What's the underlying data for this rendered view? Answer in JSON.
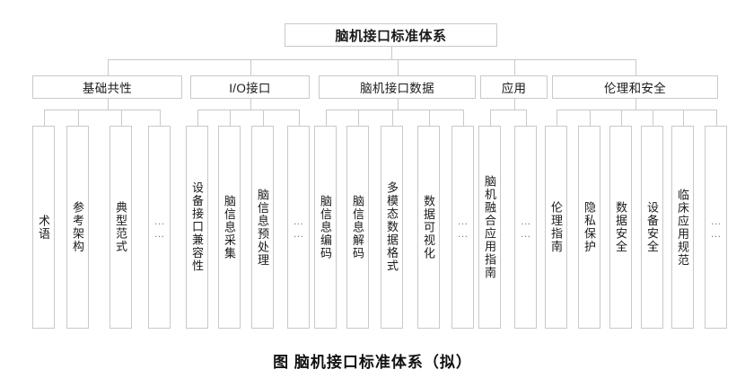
{
  "figure": {
    "caption": "图 脑机接口标准体系（拟）"
  },
  "tree": {
    "root": {
      "label": "脑机接口标准体系"
    },
    "groups": [
      {
        "label": "基础共性",
        "leaves": [
          {
            "label": "术语"
          },
          {
            "label": "参考架构"
          },
          {
            "label": "典型范式"
          },
          {
            "label": "……",
            "is_ellipsis": true
          }
        ]
      },
      {
        "label": "I/O接口",
        "leaves": [
          {
            "label": "设备接口兼容性"
          },
          {
            "label": "脑信息采集"
          },
          {
            "label": "脑信息预处理"
          },
          {
            "label": "……",
            "is_ellipsis": true
          }
        ]
      },
      {
        "label": "脑机接口数据",
        "leaves": [
          {
            "label": "脑信息编码"
          },
          {
            "label": "脑信息解码"
          },
          {
            "label": "多模态数据格式"
          },
          {
            "label": "数据可视化"
          },
          {
            "label": "……",
            "is_ellipsis": true
          }
        ]
      },
      {
        "label": "应用",
        "leaves": [
          {
            "label": "脑机融合应用指南"
          },
          {
            "label": "……",
            "is_ellipsis": true
          }
        ]
      },
      {
        "label": "伦理和安全",
        "leaves": [
          {
            "label": "伦理指南"
          },
          {
            "label": "隐私保护"
          },
          {
            "label": "数据安全"
          },
          {
            "label": "设备安全"
          },
          {
            "label": "临床应用规范"
          },
          {
            "label": "……",
            "is_ellipsis": true
          }
        ]
      }
    ]
  },
  "style": {
    "border_color": "#c9c9c9",
    "background": "#ffffff",
    "text_color": "#1a1a1a"
  }
}
